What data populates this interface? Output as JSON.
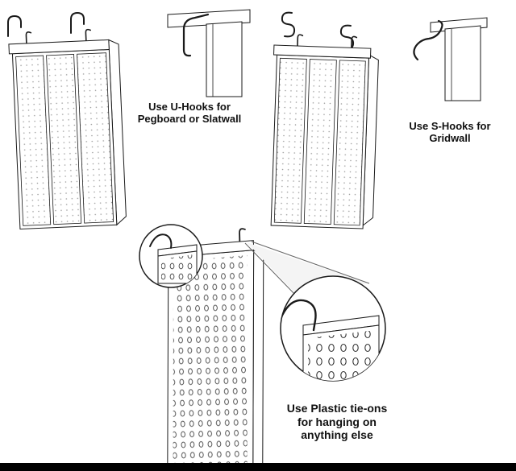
{
  "colors": {
    "background": "#ffffff",
    "ink": "#1a1a1a",
    "pegboard_dots": "#9b9b9b",
    "hole_outline": "#444444",
    "bottom_bar": "#000000"
  },
  "captions": {
    "u_hooks": "Use U-Hooks for\nPegboard or Slatwall",
    "s_hooks": "Use S-Hooks for\nGridwall",
    "tie_ons": "Use Plastic tie-ons\nfor hanging on\nanything else"
  },
  "icons": {
    "u_hook": "u-hook-icon",
    "s_hook": "s-hook-icon",
    "tie_on_hook": "tie-on-hook-icon"
  }
}
